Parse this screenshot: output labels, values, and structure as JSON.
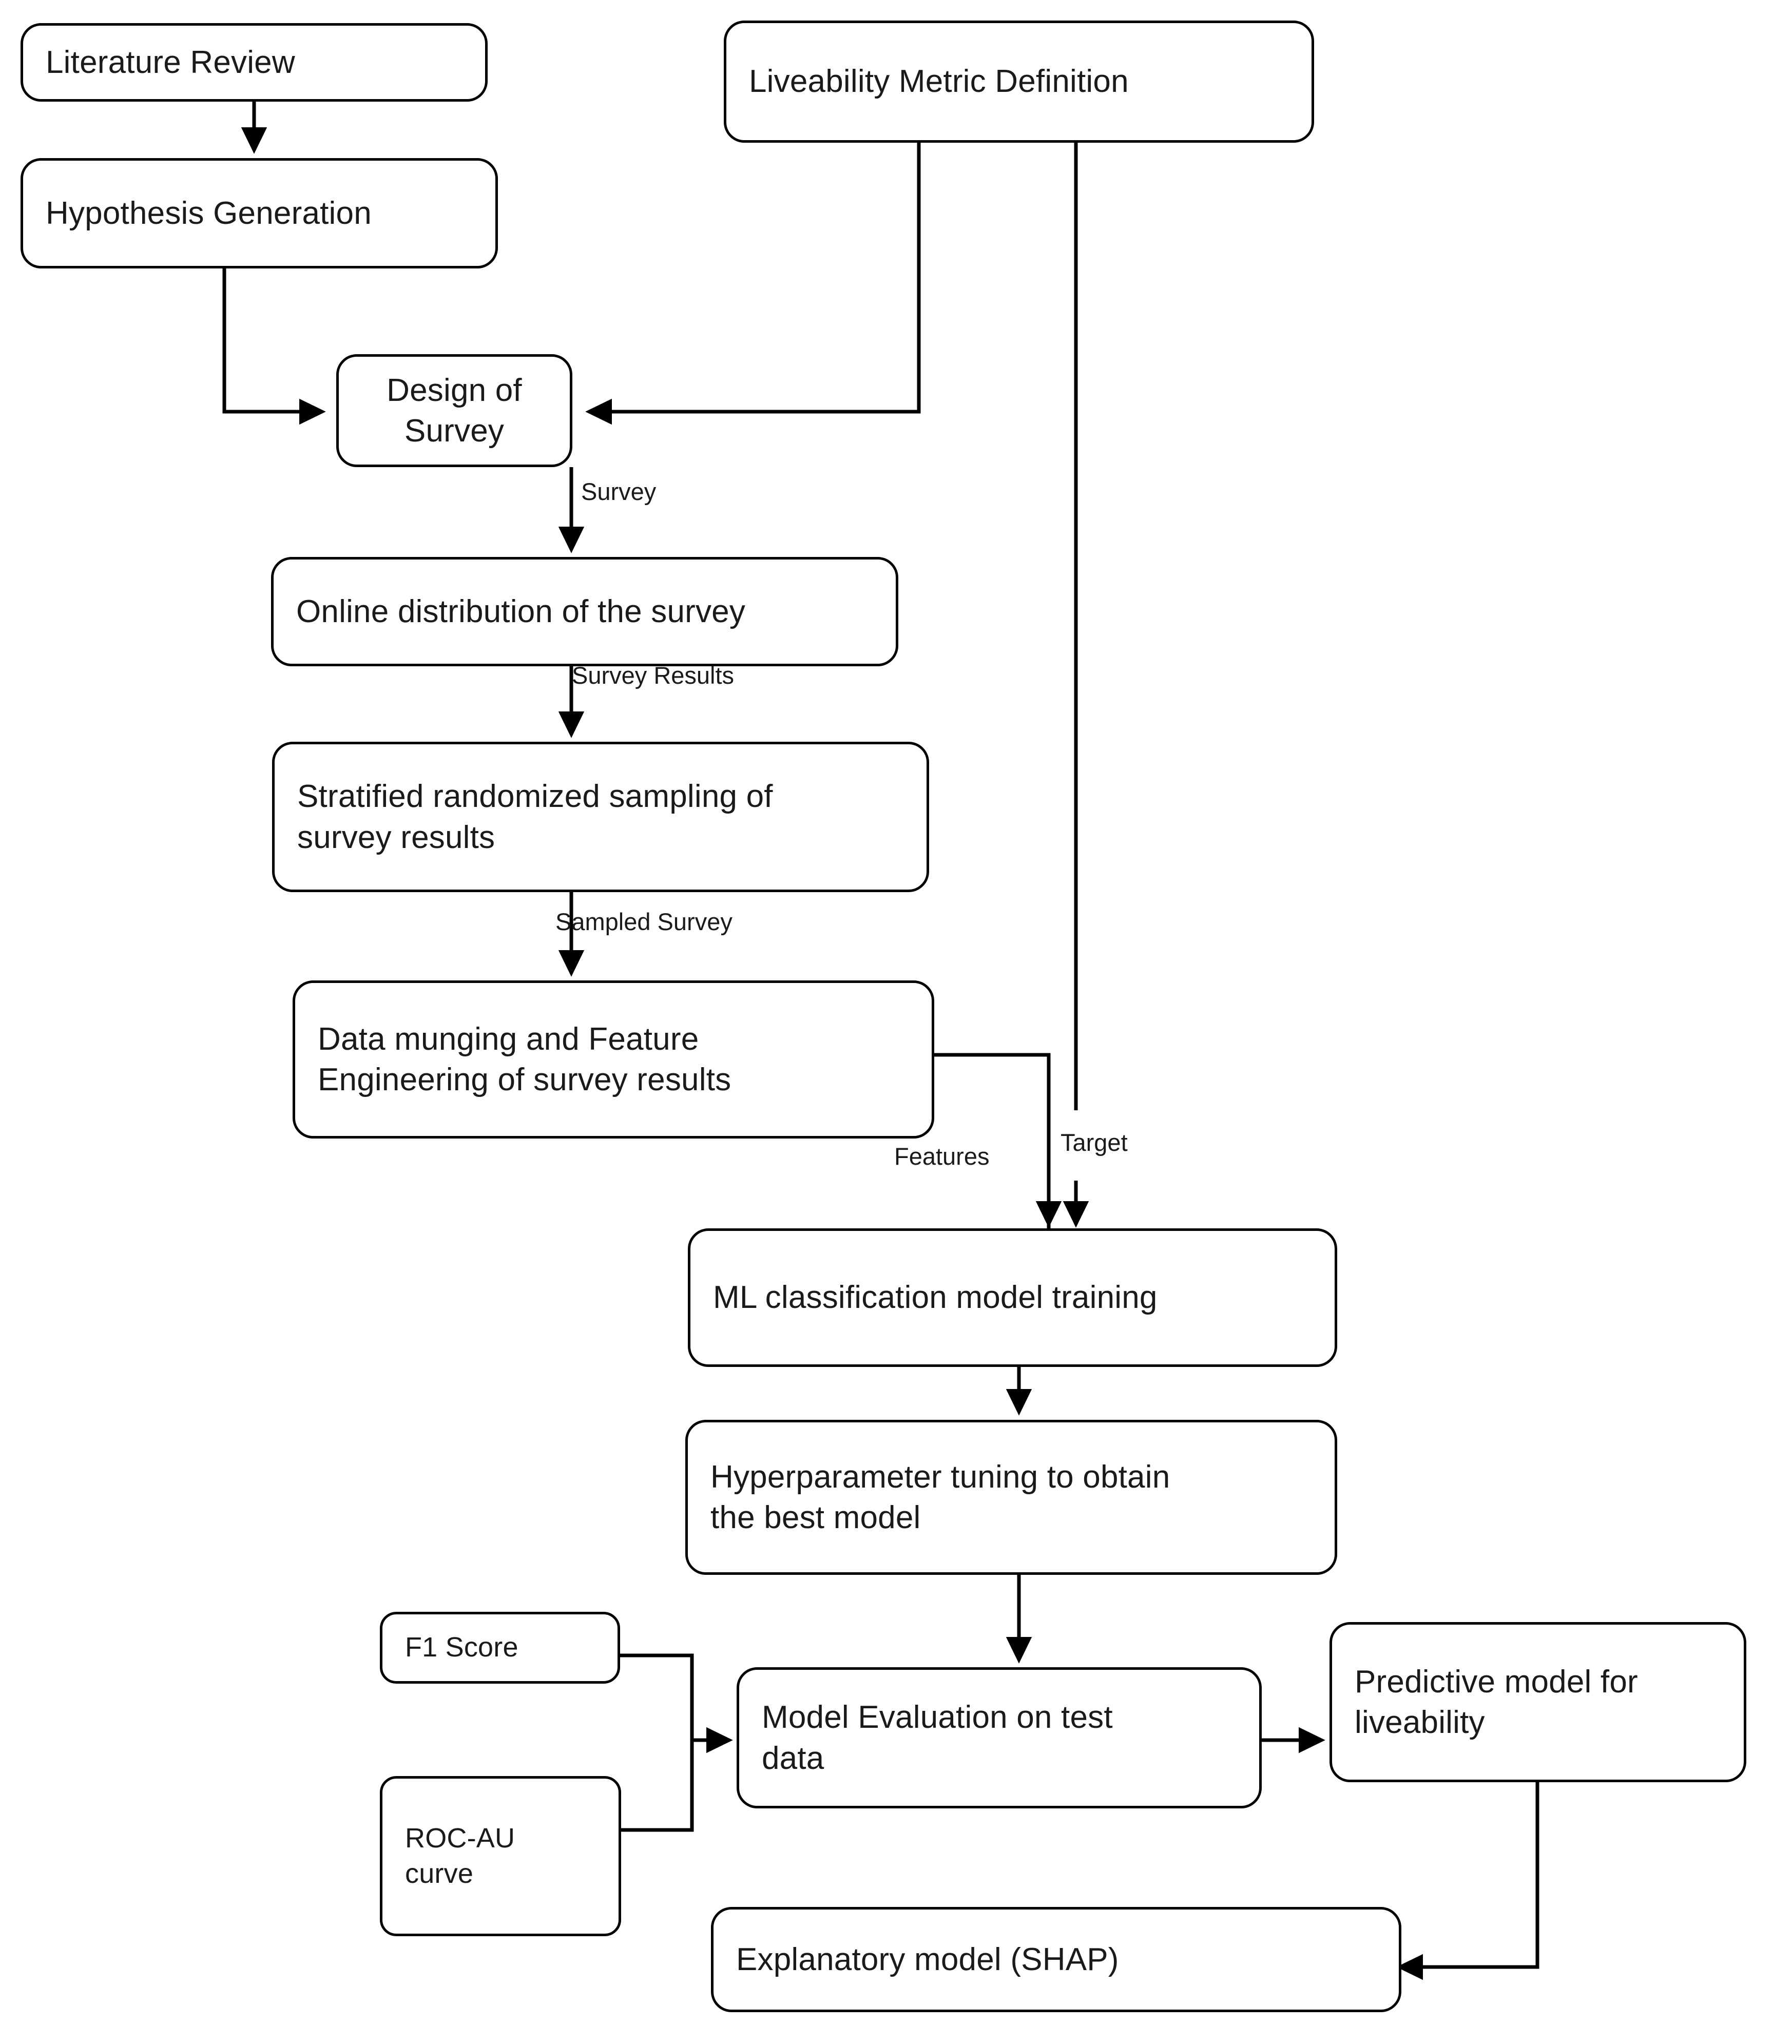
{
  "diagram": {
    "title": "Research methodology flowchart for liveability prediction",
    "type": "flowchart",
    "stroke_color": "#000000",
    "background_color": "#ffffff",
    "text_color": "#1a1a1a"
  },
  "nodes": [
    {
      "id": "literature-review",
      "label": "Literature Review"
    },
    {
      "id": "hypothesis",
      "label": "Hypothesis Generation"
    },
    {
      "id": "liveability-metric",
      "label": "Liveability Metric Definition"
    },
    {
      "id": "design-survey",
      "label": "Design of Survey"
    },
    {
      "id": "online-distribution",
      "label": "Online distribution of the survey"
    },
    {
      "id": "stratified-sampling",
      "label": "Stratified randomized sampling of\nsurvey results"
    },
    {
      "id": "data-munging",
      "label": "Data munging and Feature\nEngineering of survey results"
    },
    {
      "id": "ml-training",
      "label": "ML classification model training"
    },
    {
      "id": "hyperparameter",
      "label": "Hyperparameter tuning to obtain\nthe best model"
    },
    {
      "id": "f1-score",
      "label": "F1 Score"
    },
    {
      "id": "roc-au",
      "label": "ROC-AU\ncurve"
    },
    {
      "id": "model-evaluation",
      "label": "Model Evaluation on test\ndata"
    },
    {
      "id": "predictive-model",
      "label": "Predictive model for\nliveability"
    },
    {
      "id": "explanatory-model",
      "label": "Explanatory model (SHAP)"
    }
  ],
  "edge_labels": [
    {
      "id": "survey",
      "text": "Survey"
    },
    {
      "id": "survey-results",
      "text": "Survey Results"
    },
    {
      "id": "sampled-survey",
      "text": "Sampled Survey"
    },
    {
      "id": "features",
      "text": "Features"
    },
    {
      "id": "target",
      "text": "Target"
    }
  ],
  "edges": [
    {
      "from": "literature-review",
      "to": "hypothesis",
      "label": ""
    },
    {
      "from": "hypothesis",
      "to": "design-survey",
      "label": ""
    },
    {
      "from": "liveability-metric",
      "to": "design-survey",
      "label": ""
    },
    {
      "from": "design-survey",
      "to": "online-distribution",
      "label": "Survey"
    },
    {
      "from": "online-distribution",
      "to": "stratified-sampling",
      "label": "Survey Results"
    },
    {
      "from": "stratified-sampling",
      "to": "data-munging",
      "label": "Sampled Survey"
    },
    {
      "from": "data-munging",
      "to": "ml-training",
      "label": "Features"
    },
    {
      "from": "liveability-metric",
      "to": "ml-training",
      "label": "Target"
    },
    {
      "from": "ml-training",
      "to": "hyperparameter",
      "label": ""
    },
    {
      "from": "hyperparameter",
      "to": "model-evaluation",
      "label": ""
    },
    {
      "from": "f1-score",
      "to": "model-evaluation",
      "label": ""
    },
    {
      "from": "roc-au",
      "to": "model-evaluation",
      "label": ""
    },
    {
      "from": "model-evaluation",
      "to": "predictive-model",
      "label": ""
    },
    {
      "from": "predictive-model",
      "to": "explanatory-model",
      "label": ""
    }
  ]
}
